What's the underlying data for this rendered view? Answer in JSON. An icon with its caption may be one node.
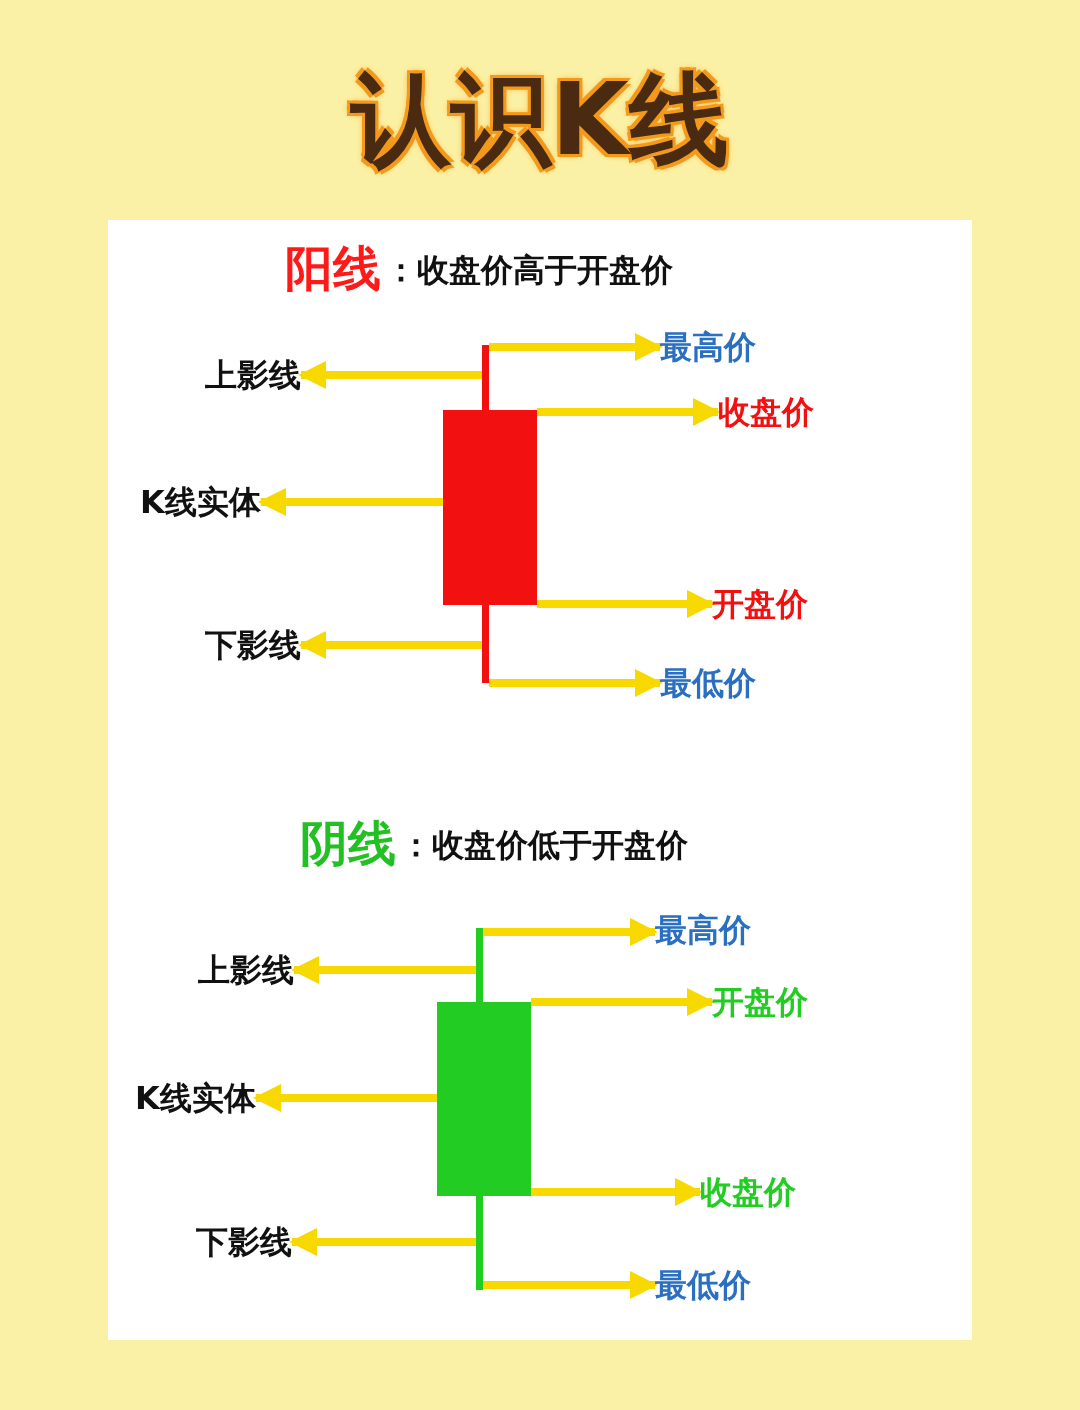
{
  "diagram": {
    "title": "认识K线",
    "nodes": [
      {
        "text": [],
        "shape": "bar"
      },
      {
        "text": [],
        "shape": "box"
      },
      {
        "text": [],
        "shape": "bar"
      },
      {
        "text": [
          "上影线"
        ]
      },
      {
        "text": [
          "K线实体"
        ]
      },
      {
        "text": [
          "下影线"
        ]
      },
      {
        "text": [
          "最高价"
        ]
      },
      {
        "text": [
          "收盘价"
        ]
      },
      {
        "text": [
          "开盘价"
        ]
      },
      {
        "text": [
          "最低价"
        ]
      },
      {
        "text": [],
        "shape": "bar"
      },
      {
        "text": [],
        "shape": "box"
      },
      {
        "text": [],
        "shape": "bar"
      },
      {
        "text": [
          "上影线"
        ]
      },
      {
        "text": [
          "K线实体"
        ]
      },
      {
        "text": [
          "下影线"
        ]
      },
      {
        "text": [
          "最高价"
        ]
      },
      {
        "text": [
          "开盘价"
        ]
      },
      {
        "text": [
          "收盘价"
        ]
      },
      {
        "text": [
          "最低价"
        ]
      }
    ],
    "edges": [
      {
        "from": 0,
        "to": 3,
        "arrow": "to"
      },
      {
        "from": 1,
        "to": 4,
        "arrow": "to"
      },
      {
        "from": 2,
        "to": 5,
        "arrow": "to"
      },
      {
        "from": 0,
        "to": 6,
        "arrow": "to"
      },
      {
        "from": 1,
        "to": 7,
        "arrow": "to"
      },
      {
        "from": 1,
        "to": 8,
        "arrow": "to"
      },
      {
        "from": 2,
        "to": 9,
        "arrow": "to"
      },
      {
        "from": 10,
        "to": 13,
        "arrow": "to"
      },
      {
        "from": 11,
        "to": 14,
        "arrow": "to"
      },
      {
        "from": 12,
        "to": 15,
        "arrow": "to"
      },
      {
        "from": 10,
        "to": 16,
        "arrow": "to"
      },
      {
        "from": 11,
        "to": 17,
        "arrow": "to"
      },
      {
        "from": 11,
        "to": 18,
        "arrow": "to"
      },
      {
        "from": 12,
        "to": 19,
        "arrow": "to"
      }
    ],
    "labels": [
      "阳线",
      "：收盘价高于开盘价",
      "阴线",
      "：收盘价低于开盘价"
    ]
  }
}
